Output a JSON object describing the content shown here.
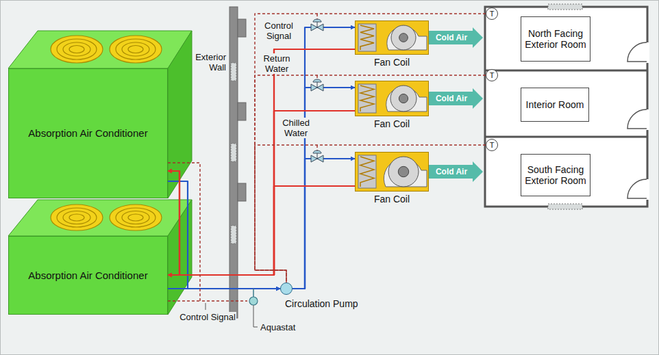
{
  "diagram": {
    "nodes": [
      {
        "text": [
          "Absorption Air Conditioner"
        ]
      },
      {
        "text": [
          "Absorption Air Conditioner"
        ]
      },
      {
        "text": [
          "Fan Coil"
        ]
      },
      {
        "text": [
          "Fan Coil"
        ]
      },
      {
        "text": [
          "Fan Coil"
        ]
      },
      {
        "text": [
          "T"
        ]
      },
      {
        "text": [
          "North Facing Exterior Room"
        ]
      },
      {
        "text": [
          "T"
        ]
      },
      {
        "text": [
          "Interior Room"
        ]
      },
      {
        "text": [
          "T"
        ]
      },
      {
        "text": [
          "South Facing Exterior Room"
        ]
      },
      {
        "text": [
          "Circulation Pump"
        ]
      }
    ],
    "edges": [
      {
        "from": 0,
        "to": 11,
        "arrow": "to"
      },
      {
        "from": 1,
        "to": 11,
        "arrow": "to"
      },
      {
        "from": 11,
        "to": 2,
        "arrow": "to"
      },
      {
        "from": 11,
        "to": 3,
        "arrow": "to"
      },
      {
        "from": 11,
        "to": 4,
        "arrow": "to"
      },
      {
        "from": 2,
        "to": 0,
        "arrow": "to"
      },
      {
        "from": 2,
        "to": 1,
        "arrow": "to"
      },
      {
        "from": 3,
        "to": 0,
        "arrow": "to"
      },
      {
        "from": 3,
        "to": 1,
        "arrow": "to"
      },
      {
        "from": 4,
        "to": 0,
        "arrow": "to"
      },
      {
        "from": 4,
        "to": 1,
        "arrow": "to"
      },
      {
        "from": 5,
        "to": 11,
        "arrow": "none"
      },
      {
        "from": 7,
        "to": 11,
        "arrow": "none"
      },
      {
        "from": 9,
        "to": 11,
        "arrow": "none"
      }
    ],
    "labels": [
      "Control Signal",
      "Exterior Wall",
      "Return Water",
      "Chilled Water",
      "Cold Air",
      "Cold Air",
      "Cold Air",
      "Control Signal",
      "Aquastat"
    ]
  }
}
